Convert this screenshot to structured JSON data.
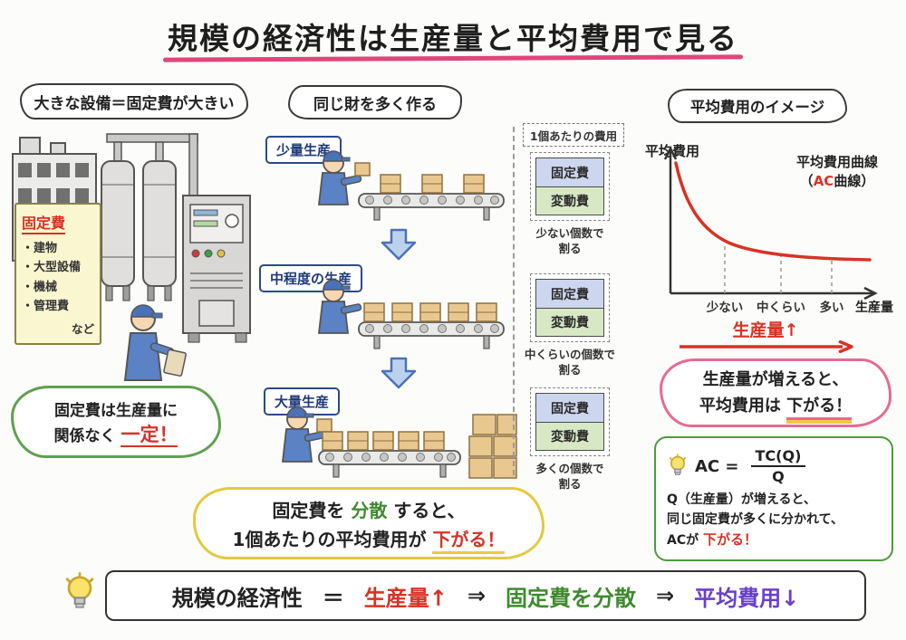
{
  "title": "規模の経済性は生産量と平均費用で見る",
  "left": {
    "top_bubble": "大きな設備＝固定費が大きい",
    "note": {
      "title": "固定費",
      "items": [
        "・建物",
        "・大型設備",
        "・機械",
        "・管理費"
      ],
      "etc": "など"
    },
    "constant_bubble": {
      "line1": "固定費は生産量に",
      "line2_pre": "関係なく",
      "line2_hl": "一定！"
    }
  },
  "middle": {
    "top_bubble": "同じ財を多く作る",
    "stages": [
      {
        "label": "少量生産"
      },
      {
        "label": "中程度の生産"
      },
      {
        "label": "大量生産"
      }
    ],
    "disperse_bubble": {
      "l1_pre": "固定費を",
      "l1_hl": "分散",
      "l1_post": "すると、",
      "l2_pre": "1個あたりの平均費用が",
      "l2_hl": "下がる！"
    }
  },
  "unit_cost": {
    "header": "1個あたりの費用",
    "fixed": "固定費",
    "variable": "変動費",
    "captions": [
      {
        "l1": "少ない個数で",
        "l2": "割る"
      },
      {
        "l1": "中くらいの個数で",
        "l2": "割る"
      },
      {
        "l1": "多くの個数で",
        "l2": "割る"
      }
    ]
  },
  "chart": {
    "bubble": "平均費用のイメージ",
    "ylabel": "平均費用",
    "xlabel": "生産量",
    "curve_label_line1": "平均費用曲線",
    "curve_paren_open": "（",
    "curve_ac": "AC",
    "curve_paren_close": "曲線）",
    "ticks": [
      "少ない",
      "中くらい",
      "多い"
    ],
    "under_axis": "生産量↑"
  },
  "chart_data": {
    "type": "line",
    "title": "平均費用のイメージ",
    "xlabel": "生産量",
    "ylabel": "平均費用",
    "x_tick_labels": [
      "少ない",
      "中くらい",
      "多い"
    ],
    "numeric_axes": false,
    "legend": [
      "平均費用曲線（AC曲線）"
    ],
    "series": [
      {
        "name": "平均費用曲線（AC曲線）",
        "x": [
          0.3,
          1,
          2,
          3,
          4,
          5,
          6,
          7,
          8,
          9,
          10
        ],
        "y": [
          95,
          60,
          42,
          33,
          28,
          25,
          23,
          22,
          21,
          20.5,
          20
        ]
      }
    ],
    "annotations": [
      "生産量↑",
      "生産量が増えると、平均費用は下がる！"
    ],
    "line_color": "#d63326"
  },
  "increase_bubble": {
    "line1": "生産量が増えると、",
    "line2_pre": "平均費用は",
    "line2_hl": "下がる！"
  },
  "formula_box": {
    "ac_eq": "AC =",
    "numerator": "TC(Q)",
    "denominator": "Q",
    "line1": "Q（生産量）が増えると、",
    "line2": "同じ固定費が多くに分かれて、",
    "line3_pre": "ACが",
    "line3_hl": "下がる！"
  },
  "bottom_bar": {
    "term": "規模の経済性",
    "equals": "＝",
    "step1": "生産量↑",
    "arrow1": "⇒",
    "step2": "固定費を分散",
    "arrow2": "⇒",
    "step3": "平均費用↓"
  },
  "colors": {
    "accent_red": "#d63326",
    "accent_green": "#3f8a2e",
    "accent_purple": "#6a3fc9",
    "accent_pink": "#e0457b",
    "fixed_cost_fill": "#ccd6ee",
    "variable_cost_fill": "#d8e8c4"
  }
}
